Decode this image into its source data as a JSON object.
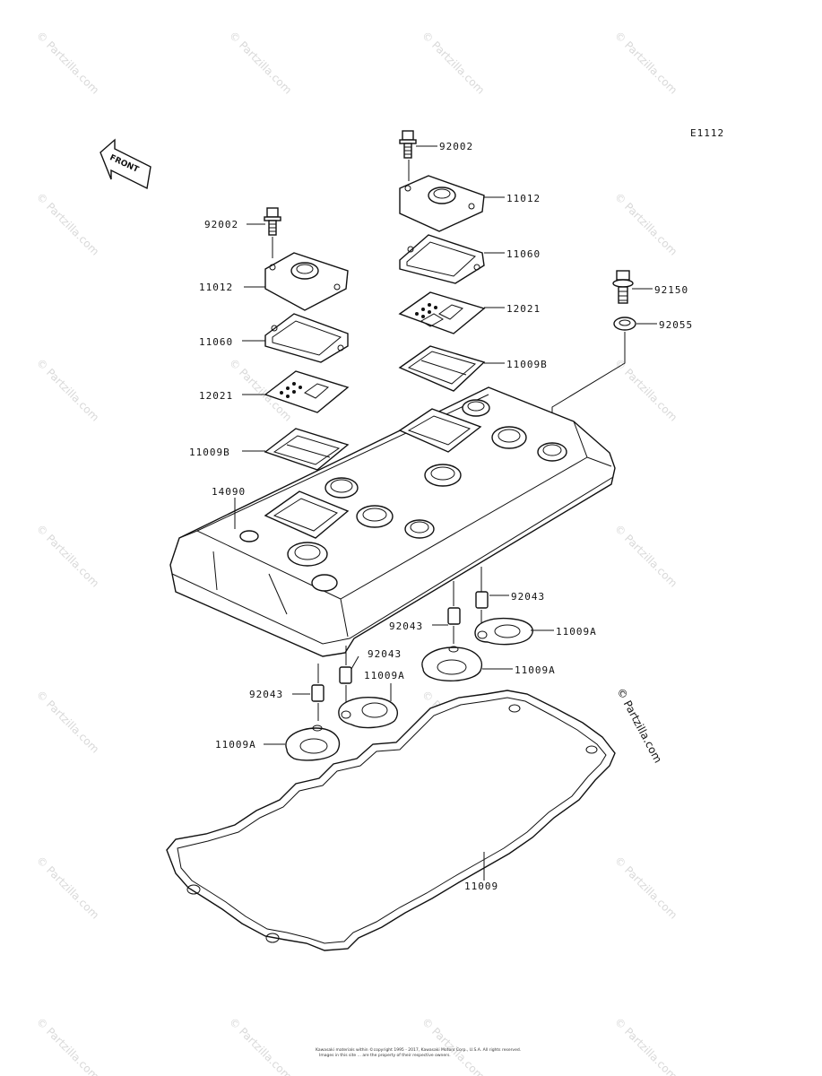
{
  "diagram_code": "E1112",
  "front_label": "FRONT",
  "copyright_mark": "© Partzilla.com",
  "watermark_text": "© Partzilla.com",
  "footer": {
    "line1": "Kawasaki materials within ©copyright 1995 - 2017, Kawasaki Motors Corp., U.S.A. All rights reserved.",
    "line2": "Images in this site ... are the property of their respective owners."
  },
  "labels": {
    "l92002_top": "92002",
    "l11012_top": "11012",
    "l11060_top": "11060",
    "l12021_top": "12021",
    "l11009B_top": "11009B",
    "l92150": "92150",
    "l92055": "92055",
    "l92002_left": "92002",
    "l11012_left": "11012",
    "l11060_left": "11060",
    "l12021_left": "12021",
    "l11009B_left": "11009B",
    "l14090": "14090",
    "l92043_r": "92043",
    "l92043_m": "92043",
    "l11009A_r": "11009A",
    "l11009A_m": "11009A",
    "l92043_c": "92043",
    "l11009A_c": "11009A",
    "l92043_l": "92043",
    "l11009A_l": "11009A",
    "l11009": "11009"
  }
}
